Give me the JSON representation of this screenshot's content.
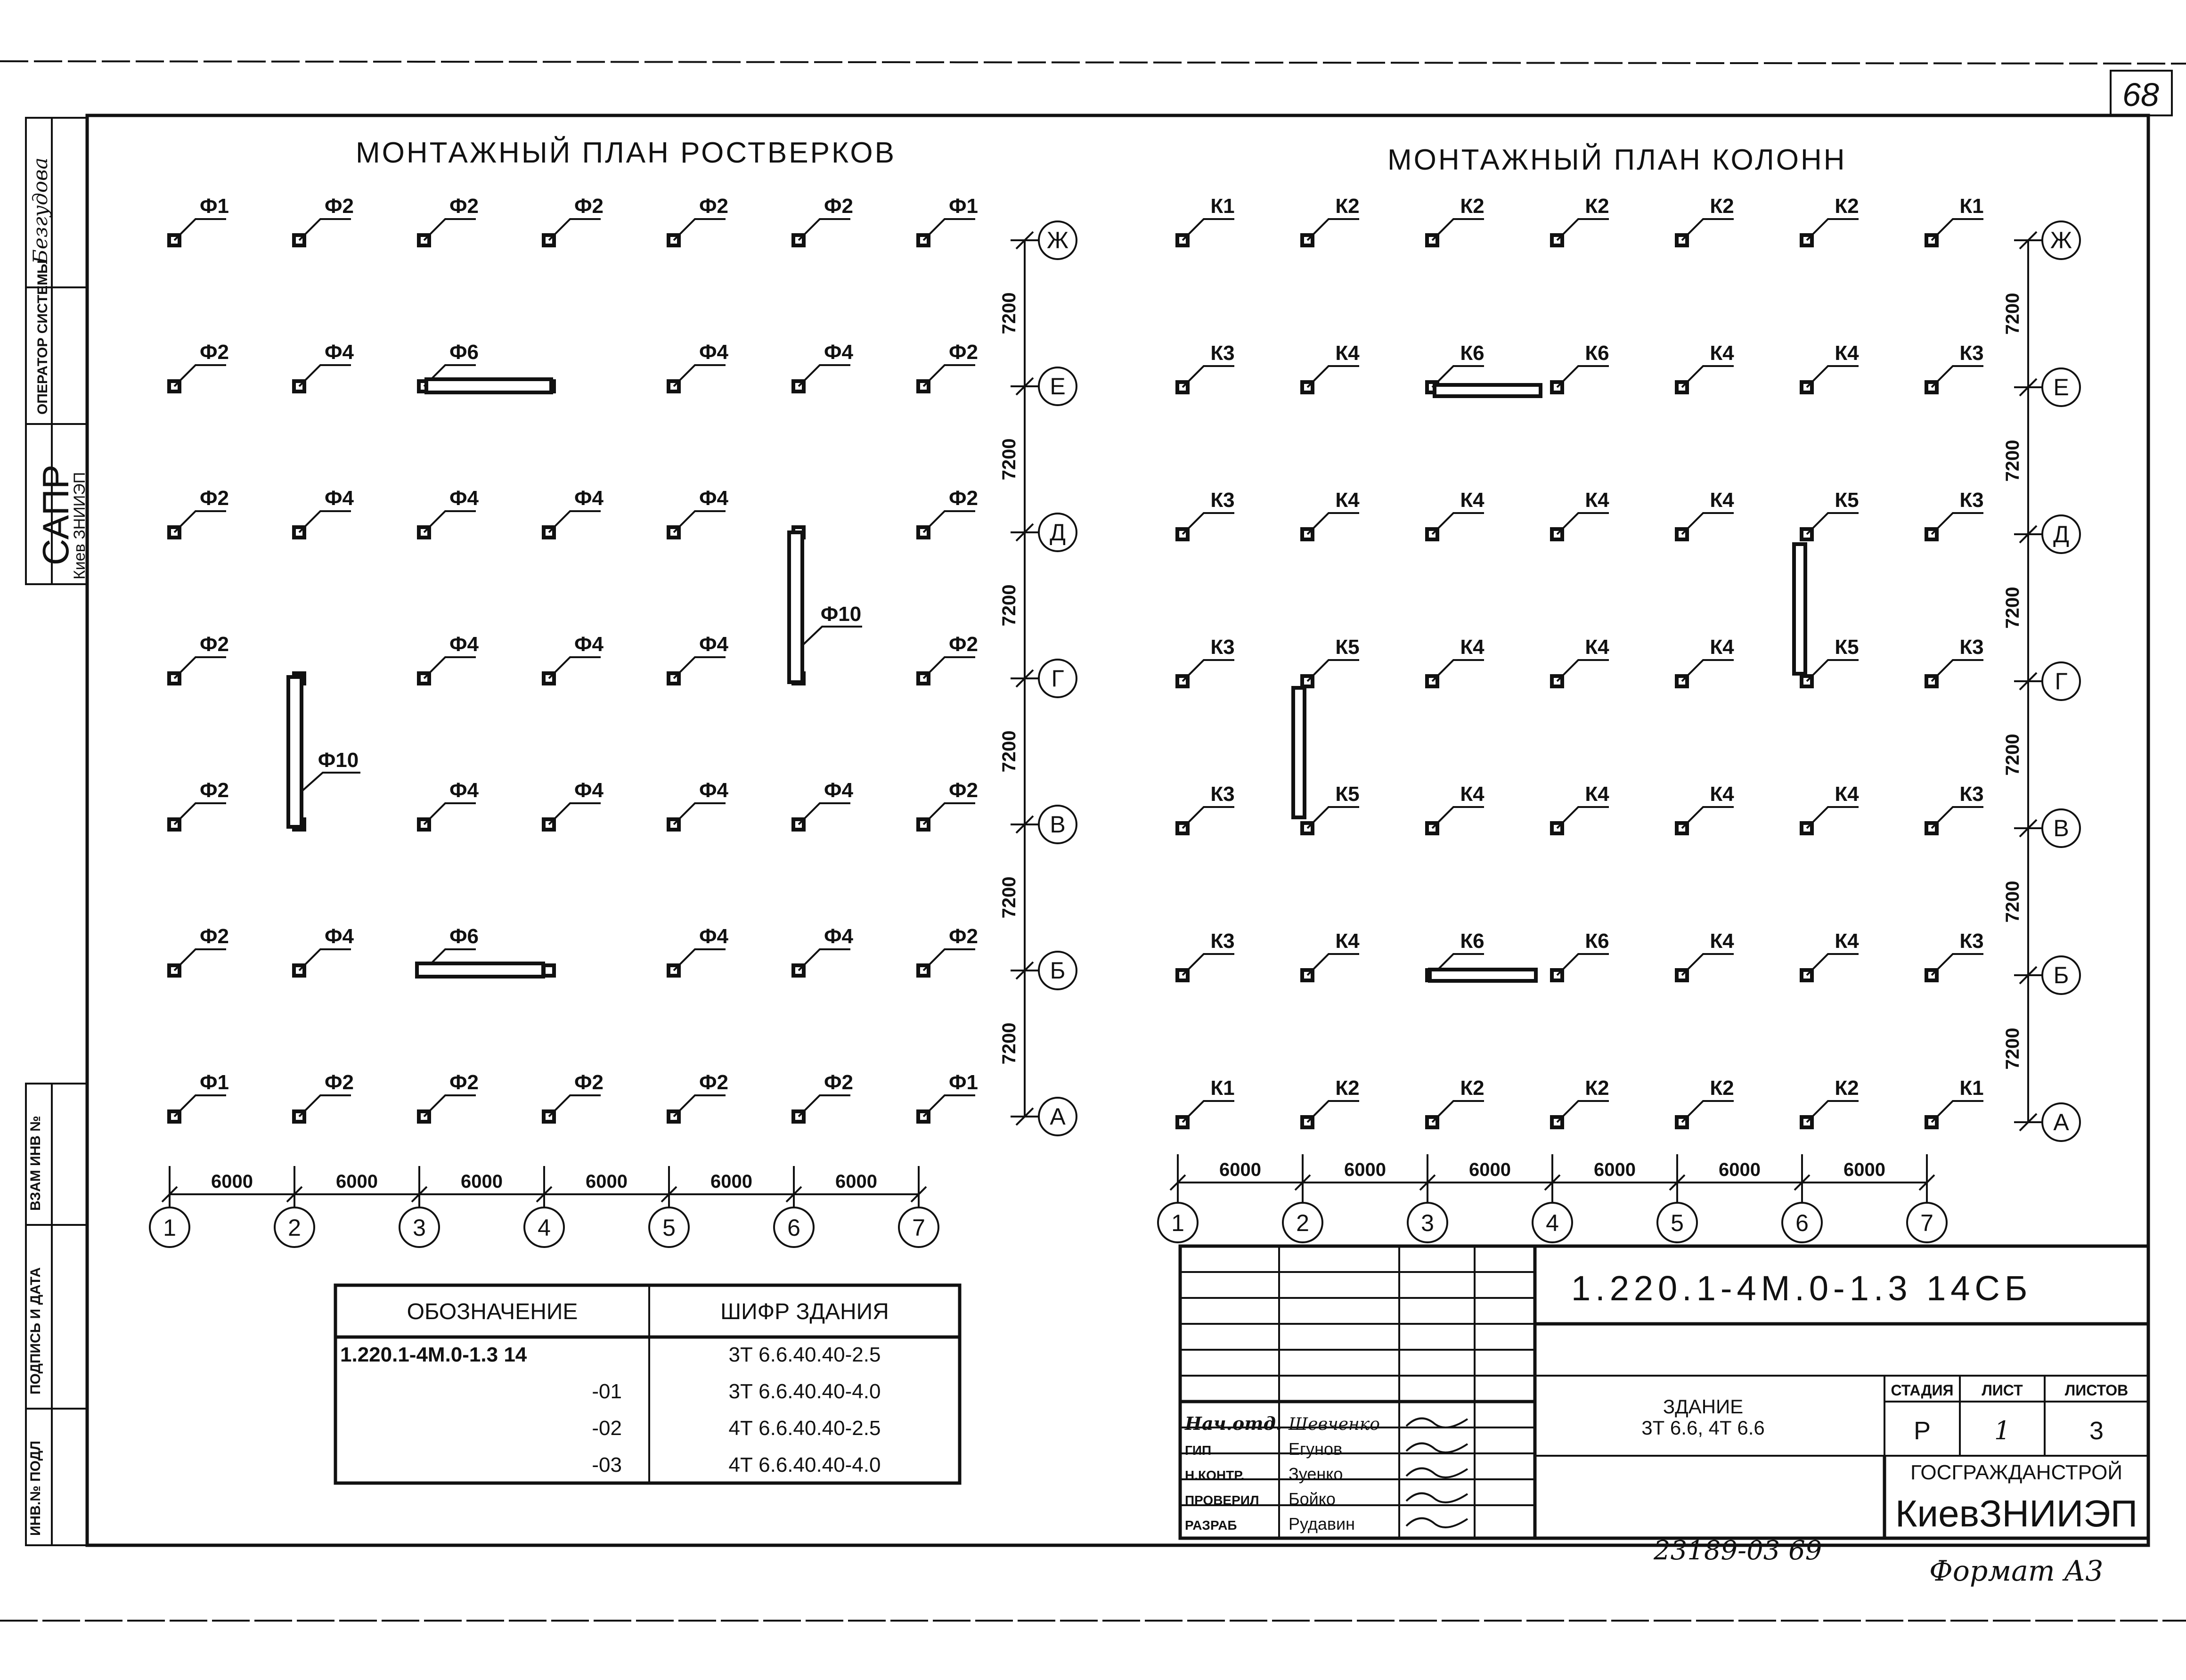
{
  "sheet_number": "68",
  "left_strip": {
    "name": "Безгудова",
    "operator": "ОПЕРАТОР СИСТЕМЫ",
    "sapr": "САПР",
    "sapr_sub": "Киев ЗНИИЭП",
    "vzam": "ВЗАМ ИНВ №",
    "podpis": "ПОДПИСЬ И ДАТА",
    "inv": "ИНВ.№ ПОДЛ"
  },
  "plan_left": {
    "title": "МОНТАЖНЫЙ ПЛАН РОСТВЕРКОВ",
    "rows": [
      [
        "Ф1",
        "Ф2",
        "Ф2",
        "Ф2",
        "Ф2",
        "Ф2",
        "Ф1"
      ],
      [
        "Ф2",
        "Ф4",
        "Ф6",
        "",
        "Ф4",
        "Ф4",
        "Ф2"
      ],
      [
        "Ф2",
        "Ф4",
        "Ф4",
        "Ф4",
        "Ф4",
        "",
        "Ф2"
      ],
      [
        "Ф2",
        "",
        "Ф4",
        "Ф4",
        "Ф4",
        "",
        "Ф2"
      ],
      [
        "Ф2",
        "",
        "Ф4",
        "Ф4",
        "Ф4",
        "Ф4",
        "Ф2"
      ],
      [
        "Ф2",
        "Ф4",
        "Ф6",
        "",
        "Ф4",
        "Ф4",
        "Ф2"
      ],
      [
        "Ф1",
        "Ф2",
        "Ф2",
        "Ф2",
        "Ф2",
        "Ф2",
        "Ф1"
      ]
    ],
    "long_labels": [
      "Ф10",
      "Ф10"
    ]
  },
  "plan_right": {
    "title": "МОНТАЖНЫЙ ПЛАН КОЛОНН",
    "rows": [
      [
        "К1",
        "К2",
        "К2",
        "К2",
        "К2",
        "К2",
        "К1"
      ],
      [
        "К3",
        "К4",
        "К6",
        "К6",
        "К4",
        "К4",
        "К3"
      ],
      [
        "К3",
        "К4",
        "К4",
        "К4",
        "К4",
        "К5",
        "К3"
      ],
      [
        "К3",
        "К5",
        "К4",
        "К4",
        "К4",
        "К5",
        "К3"
      ],
      [
        "К3",
        "К5",
        "К4",
        "К4",
        "К4",
        "К4",
        "К3"
      ],
      [
        "К3",
        "К4",
        "К6",
        "К6",
        "К4",
        "К4",
        "К3"
      ],
      [
        "К1",
        "К2",
        "К2",
        "К2",
        "К2",
        "К2",
        "К1"
      ]
    ]
  },
  "row_axes": [
    "Ж",
    "Е",
    "Д",
    "Г",
    "В",
    "Б",
    "А"
  ],
  "col_axes": [
    "1",
    "2",
    "3",
    "4",
    "5",
    "6",
    "7"
  ],
  "row_dims": [
    "7200",
    "7200",
    "7200",
    "7200",
    "7200",
    "7200"
  ],
  "col_dims": [
    "6000",
    "6000",
    "6000",
    "6000",
    "6000",
    "6000"
  ],
  "spec_table": {
    "headers": [
      "ОБОЗНАЧЕНИЕ",
      "ШИФР ЗДАНИЯ"
    ],
    "rows": [
      [
        "1.220.1-4М.0-1.3 14",
        "3Т 6.6.40.40-2.5"
      ],
      [
        "-01",
        "3Т 6.6.40.40-4.0"
      ],
      [
        "-02",
        "4Т 6.6.40.40-2.5"
      ],
      [
        "-03",
        "4Т 6.6.40.40-4.0"
      ]
    ]
  },
  "title_block": {
    "code": "1.220.1-4М.0-1.3 14СБ",
    "object": "ЗДАНИЕ",
    "object_sub": "3Т 6.6,    4Т 6.6",
    "stage_h": "СТАДИЯ",
    "sheet_h": "ЛИСТ",
    "sheets_h": "ЛИСТОВ",
    "stage": "Р",
    "sheet": "1",
    "sheets": "3",
    "org1": "ГОСГРАЖДАНСТРОЙ",
    "org2": "КиевЗНИИЭП",
    "people": [
      [
        "Нач.отд.",
        "Шевченко"
      ],
      [
        "ГИП",
        "Егунов"
      ],
      [
        "Н.КОНТР.",
        "Зуенко"
      ],
      [
        "ПРОВЕРИЛ",
        "Бойко"
      ],
      [
        "РАЗРАБ",
        "Рудавин"
      ]
    ]
  },
  "footer_number": "23189-03    69",
  "format": "Формат А3"
}
